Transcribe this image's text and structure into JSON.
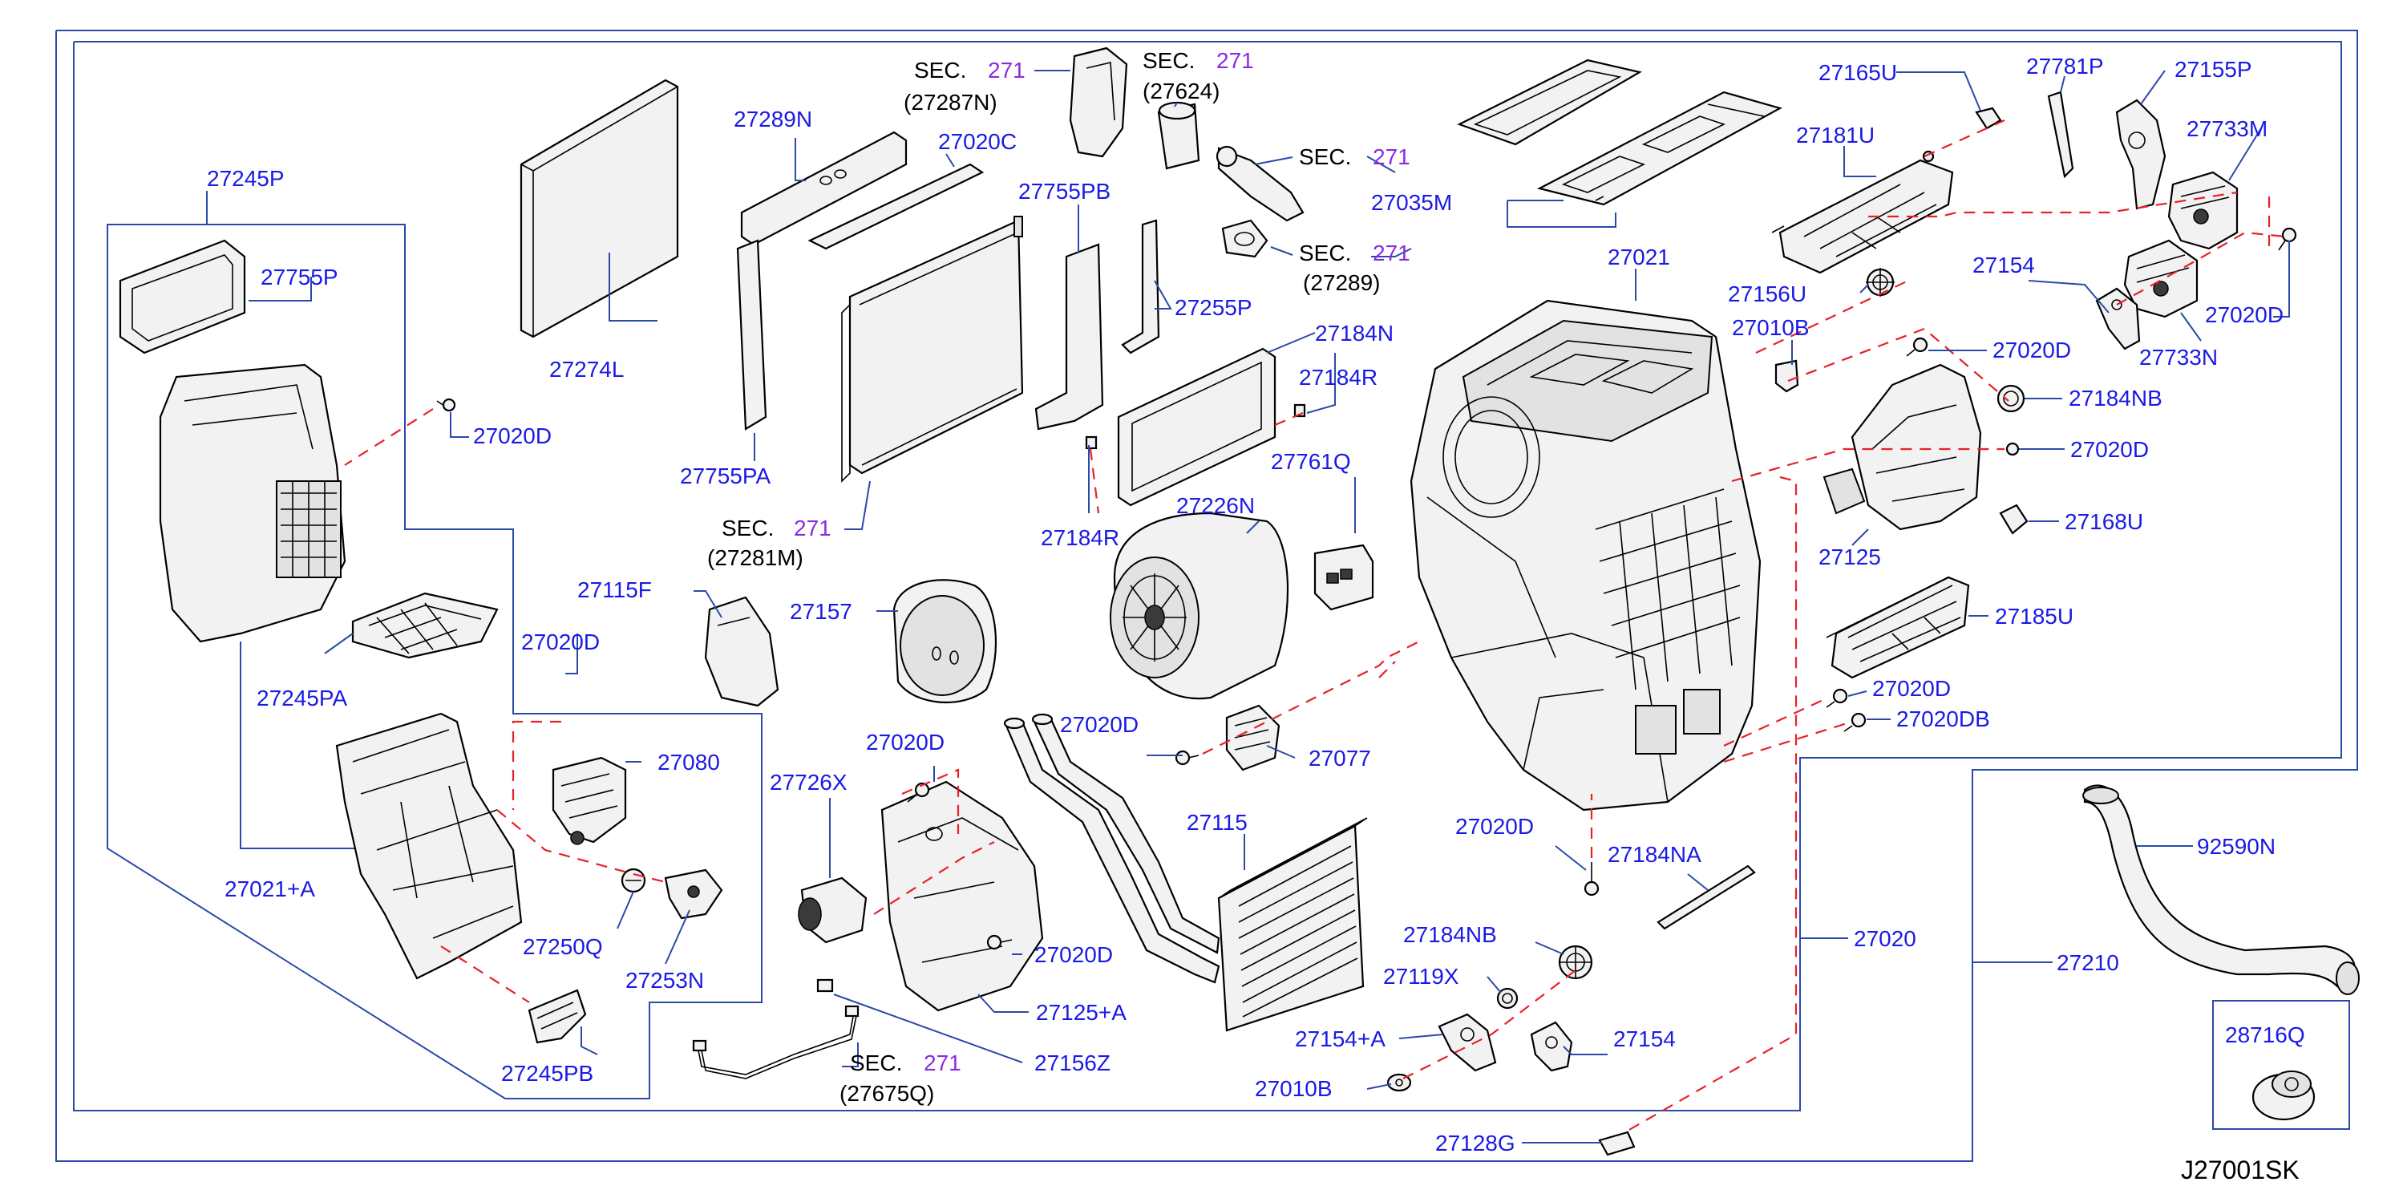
{
  "diagram": {
    "code": "J27001SK",
    "section_word": "SEC.",
    "section_number": "271",
    "colors": {
      "part_number": "#1a1ae6",
      "section_number": "#8a2be2",
      "leader": "#2a4aa8",
      "dashed": "#e8202a"
    },
    "labels": {
      "p27245P": "27245P",
      "p27755P": "27755P",
      "p27020D_a": "27020D",
      "p27245PA": "27245PA",
      "p27021A": "27021+A",
      "p27274L": "27274L",
      "p27289N": "27289N",
      "p27020C": "27020C",
      "p27755PA": "27755PA",
      "p27755PB": "27755PB",
      "p27255P": "27255P",
      "p27184N": "27184N",
      "p27184R_a": "27184R",
      "p27184R_b": "27184R",
      "p27761Q": "27761Q",
      "p27226N": "27226N",
      "p27157": "27157",
      "p27115F": "27115F",
      "p27020D_b": "27020D",
      "p27080": "27080",
      "p27250Q": "27250Q",
      "p27253N": "27253N",
      "p27245PB": "27245PB",
      "p27726X": "27726X",
      "p27020D_c": "27020D",
      "p27020D_d": "27020D",
      "p27125A": "27125+A",
      "p27156Z": "27156Z",
      "p27020D_e": "27020D",
      "p27077": "27077",
      "p27115": "27115",
      "p27035M": "27035M",
      "p27021": "27021",
      "p27010B_a": "27010B",
      "p27156U": "27156U",
      "p27165U": "27165U",
      "p27781P": "27781P",
      "p27155P": "27155P",
      "p27181U": "27181U",
      "p27733M": "27733M",
      "p27154_a": "27154",
      "p27020D_f": "27020D",
      "p27733N": "27733N",
      "p27020D_g": "27020D",
      "p27184NB_a": "27184NB",
      "p27020D_h": "27020D",
      "p27125": "27125",
      "p27168U": "27168U",
      "p27185U": "27185U",
      "p27020D_i": "27020D",
      "p27020DB": "27020DB",
      "p27020D_j": "27020D",
      "p27184NA": "27184NA",
      "p27184NB_b": "27184NB",
      "p27119X": "27119X",
      "p27154A": "27154+A",
      "p27154_b": "27154",
      "p27010B_b": "27010B",
      "p27128G": "27128G",
      "p27020": "27020",
      "p27210": "27210",
      "p92590N": "92590N",
      "p28716Q": "28716Q"
    },
    "sections": {
      "s1_ref": "(27287N)",
      "s2_ref": "(27624)",
      "s4_ref": "(27289)",
      "s5_ref": "(27281M)",
      "s6_ref": "(27675Q)"
    }
  }
}
